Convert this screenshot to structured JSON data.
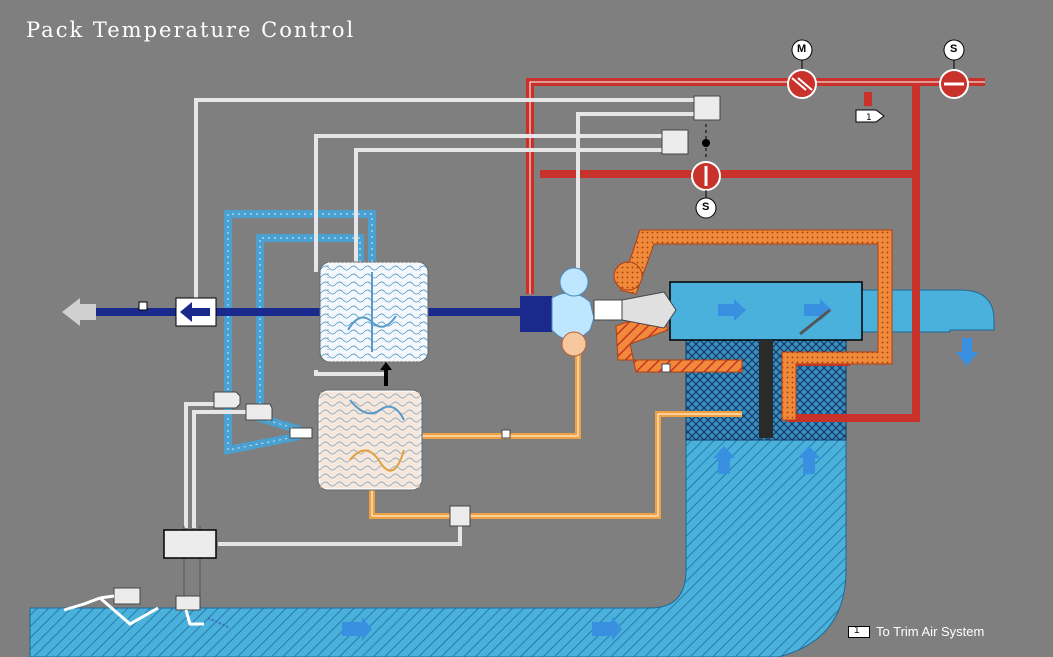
{
  "title": "Pack Temperature Control",
  "valve_labels": {
    "mod_valve_top": "M",
    "shutoff_valve_top": "S",
    "shutoff_valve_mid": "S"
  },
  "note_flag": "1",
  "legend": {
    "flag": "1",
    "text": "To Trim Air System"
  },
  "colors": {
    "background": "#7f7f7f",
    "hot_bleed_air": "#c8322a",
    "warm_air": "#f0a040",
    "hot_orange_hatch": "#f08a3a",
    "ram_air": "#4aa8d8",
    "cold_air_duct": "#1a2a8c",
    "sense_lines": "#e8e8e8"
  }
}
